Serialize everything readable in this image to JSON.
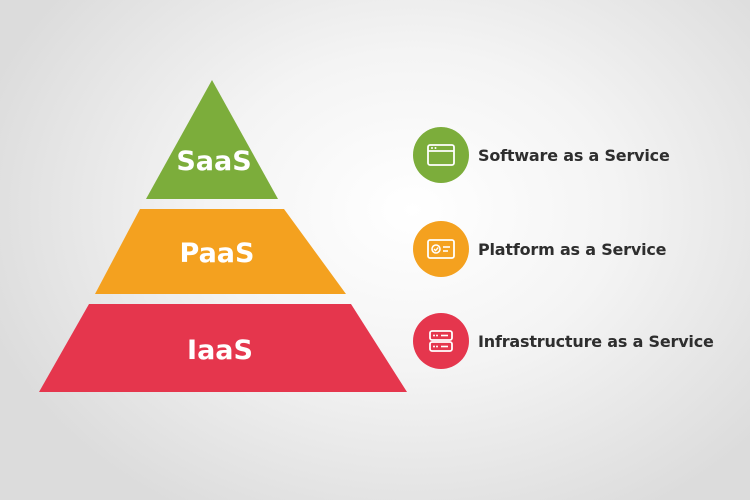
{
  "diagram": {
    "tiers": [
      {
        "abbr": "SaaS",
        "name": "Software as a Service",
        "color": "#7cad3b",
        "icon": "browser-window-icon"
      },
      {
        "abbr": "PaaS",
        "name": "Platform as a Service",
        "color": "#f4a11f",
        "icon": "platform-panel-icon"
      },
      {
        "abbr": "IaaS",
        "name": "Infrastructure as a Service",
        "color": "#e5364d",
        "icon": "server-stack-icon"
      }
    ]
  }
}
